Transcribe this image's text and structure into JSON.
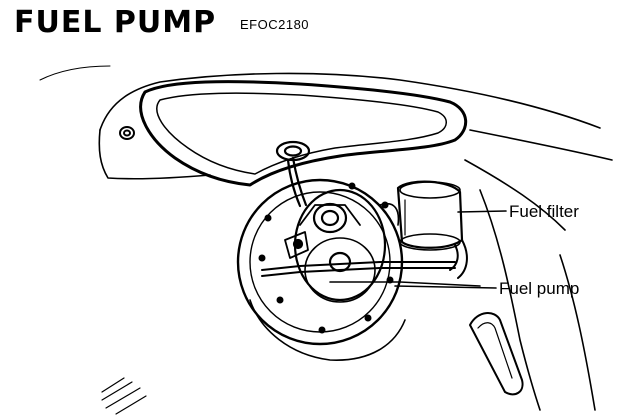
{
  "header": {
    "title": "FUEL PUMP",
    "code": "EFOC2180"
  },
  "callouts": [
    {
      "label": "Fuel filter"
    },
    {
      "label": "Fuel pump"
    }
  ],
  "colors": {
    "ink": "#000000",
    "paper": "#ffffff"
  }
}
